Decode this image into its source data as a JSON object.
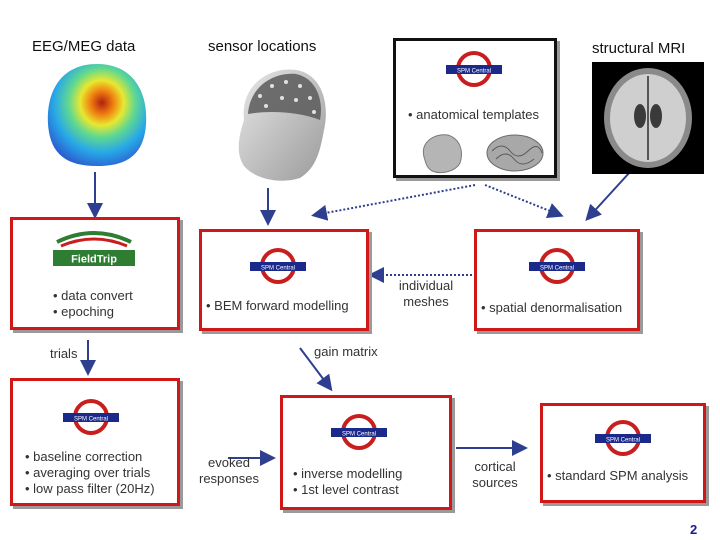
{
  "labels": {
    "eeg_meg": "EEG/MEG data",
    "sensor_locations": "sensor locations",
    "structural_mri": "structural MRI",
    "anatomical_templates": "• anatomical templates",
    "trials": "trials",
    "individual_meshes": "individual meshes",
    "gain_matrix": "gain matrix",
    "evoked_responses": "evoked responses",
    "cortical_sources": "cortical sources"
  },
  "spm_logo_text": "SPM Central",
  "fieldtrip_logo_text": "FieldTrip",
  "boxes": {
    "fieldtrip": [
      "• data convert",
      "• epoching"
    ],
    "forward": [
      "• BEM forward modelling"
    ],
    "denormalisation": [
      "• spatial denormalisation"
    ],
    "preprocessing": [
      "• baseline correction",
      "• averaging over trials",
      "• low pass filter (20Hz)"
    ],
    "inverse": [
      "• inverse modelling",
      "• 1st level contrast"
    ],
    "standard": [
      "• standard SPM analysis"
    ]
  },
  "page_number": "2",
  "colors": {
    "box_border": "#d01818",
    "arrow": "#2e3f8f",
    "logo_ring": "#c81e1e",
    "logo_bar": "#1b2a8a",
    "fieldtrip_green": "#2e7d32"
  }
}
